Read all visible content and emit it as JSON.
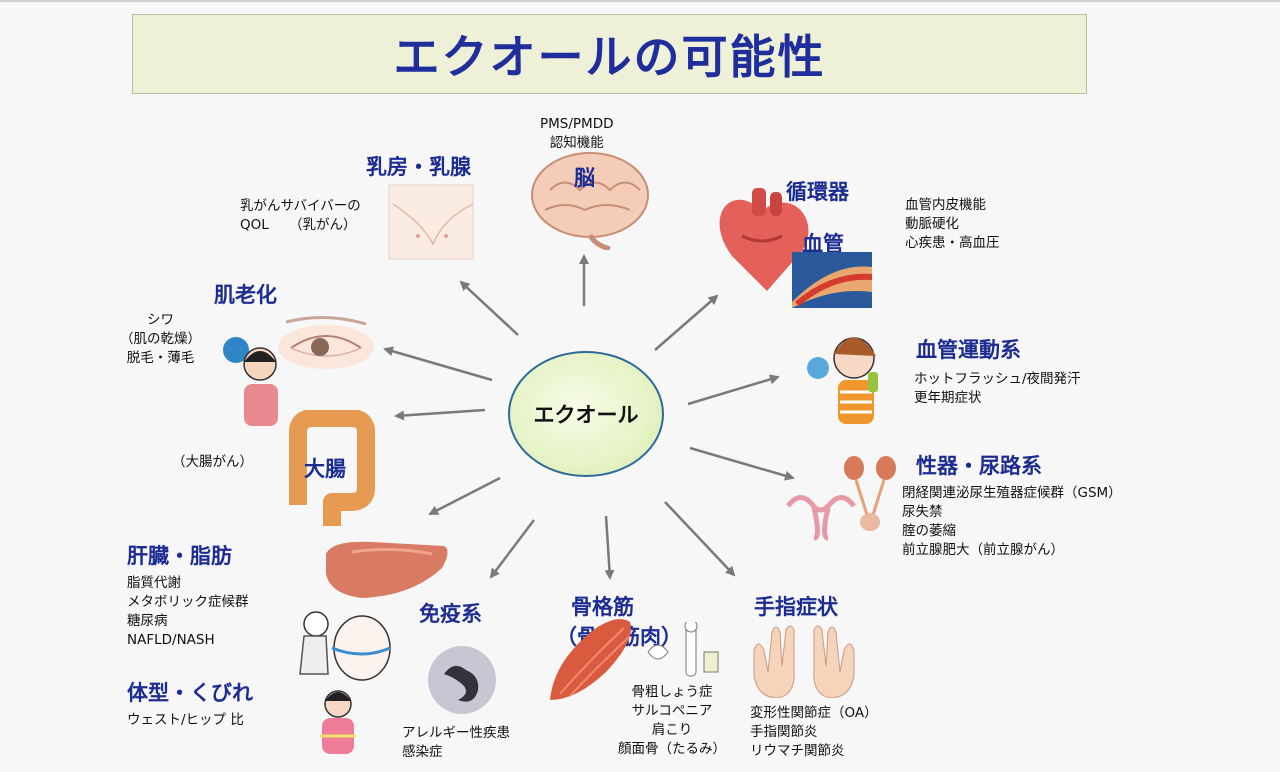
{
  "title": "エクオールの可能性",
  "center": "エクオール",
  "nodes": {
    "brain": {
      "label": "脳",
      "notes": [
        "PMS/PMDD",
        "認知機能"
      ]
    },
    "breast": {
      "label": "乳房・乳腺",
      "notes": [
        "乳がんサバイバーの",
        "QOL　　（乳がん）"
      ]
    },
    "circulatory": {
      "label": "循環器",
      "sublabel": "血管",
      "notes": [
        "血管内皮機能",
        "動脈硬化",
        "心疾患・高血圧"
      ]
    },
    "skin": {
      "label": "肌老化",
      "notes": [
        "シワ",
        "（肌の乾燥）",
        "脱毛・薄毛"
      ]
    },
    "vasomotor": {
      "label": "血管運動系",
      "notes": [
        "ホットフラッシュ/夜間発汗",
        "更年期症状"
      ]
    },
    "colon": {
      "label": "大腸",
      "notes": [
        "（大腸がん）"
      ]
    },
    "urogenital": {
      "label": "性器・尿路系",
      "notes": [
        "閉経関連泌尿生殖器症候群（GSM）",
        "尿失禁",
        "腟の萎縮",
        "前立腺肥大（前立腺がん）"
      ]
    },
    "liver": {
      "label": "肝臓・脂肪",
      "notes": [
        "脂質代謝",
        "メタボリック症候群",
        "糖尿病",
        "NAFLD/NASH"
      ]
    },
    "body": {
      "label": "体型・くびれ",
      "notes": [
        "ウェスト/ヒップ 比"
      ]
    },
    "immune": {
      "label": "免疫系",
      "notes": [
        "アレルギー性疾患",
        "感染症"
      ]
    },
    "muscle": {
      "label": "骨格筋",
      "sublabel": "（骨・筋肉）",
      "notes": [
        "骨粗しょう症",
        "サルコペニア",
        "肩こり",
        "顔面骨（たるみ）"
      ]
    },
    "fingers": {
      "label": "手指症状",
      "notes": [
        "変形性関節症（OA）",
        "手指関節炎",
        "リウマチ関節炎"
      ]
    }
  },
  "colors": {
    "title": "#1f2e9c",
    "heading": "#1c2c92",
    "arrow": "#7a7a7a",
    "circle_border": "#2a6a9c"
  }
}
